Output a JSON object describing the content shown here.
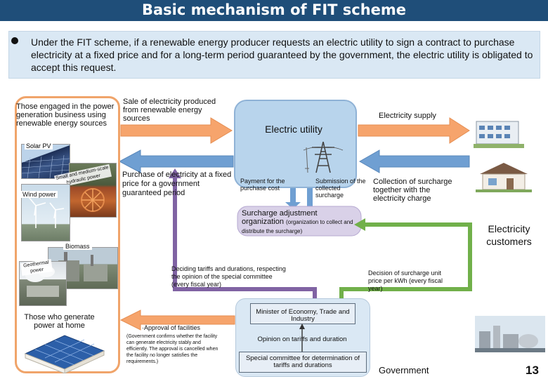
{
  "header": {
    "title": "Basic mechanism of FIT scheme"
  },
  "intro": {
    "text": "Under the FIT scheme, if a renewable energy producer requests an electric utility to sign a contract to purchase electricity at a fixed price and for a long-term period guaranteed by the government, the electric utility is obligated to accept this request."
  },
  "generators": {
    "panel_title": "Those engaged in the power generation business using renewable energy sources",
    "solar": "Solar PV",
    "hydro": "Small and medium-scale hydraulic power",
    "wind": "Wind power",
    "biomass": "Biomass",
    "geothermal": "Geothermal power",
    "home_title": "Those who generate power at home"
  },
  "flows": {
    "sale": "Sale of electricity produced from renewable energy sources",
    "purchase": "Purchase of electricity at a fixed price for a government guaranteed period",
    "payment": "Payment for the purchase cost",
    "submission": "Submission of the collected surcharge",
    "supply": "Electricity supply",
    "collection": "Collection of surcharge together with the electricity charge",
    "surcharge_org_main": "Surcharge adjustment organization",
    "surcharge_org_detail": "(organization to collect and distribute the surcharge)",
    "deciding": "Deciding tariffs and durations, respecting the opinion of the special committee (every fiscal year)",
    "decision_unit": "Decision of surcharge unit price per kWh (every fiscal year)",
    "approval_title": "·Approval of facilities",
    "approval_detail": "(Government confirms whether the facility can generate electricity stably and efficiently. The approval is cancelled when the facility no longer satisfies the requirements.)"
  },
  "utility": {
    "label": "Electric utility"
  },
  "customers": {
    "label": "Electricity customers"
  },
  "government": {
    "ministry": "Minister of Economy, Trade and Industry",
    "opinion": "Opinion on tariffs and duration",
    "committee": "Special committee for determination of tariffs and durations",
    "label": "Government"
  },
  "page": {
    "number": "13"
  },
  "colors": {
    "title_bar": "#1f4e79",
    "intro_bg": "#dae8f4",
    "generator_border": "#f0a46a",
    "orange_arrow": "#f6a46c",
    "blue_arrow": "#6f9fd2",
    "purple_arrow": "#8063a3",
    "green_arrow": "#71b04a",
    "utility_bg": "#b8d4ec"
  }
}
